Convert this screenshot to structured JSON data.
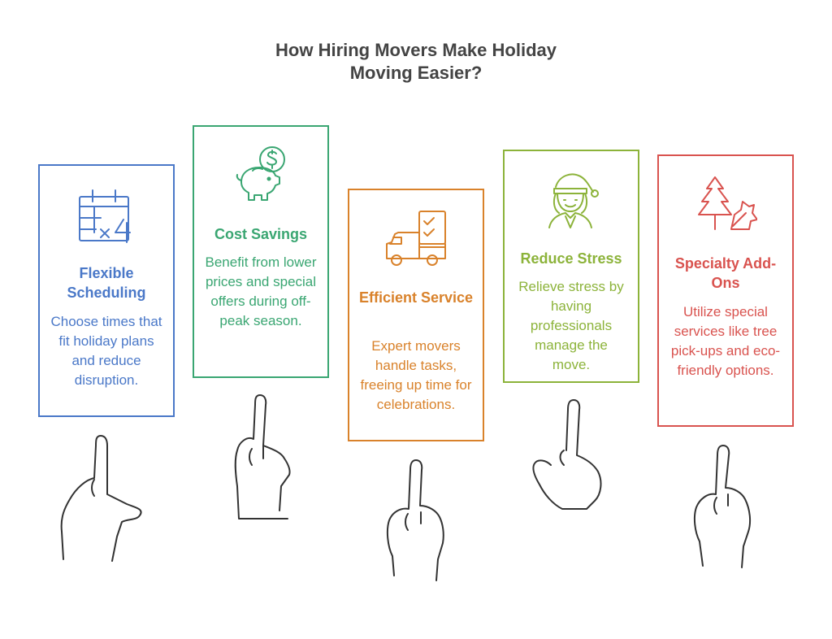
{
  "title": {
    "line1": "How Hiring Movers Make Holiday",
    "line2": "Moving Easier?"
  },
  "cards": [
    {
      "heading": "Flexible Scheduling",
      "description": "Choose times that fit holiday plans and reduce disruption.",
      "icon": "calendar-icon",
      "color": "#4a78c8"
    },
    {
      "heading": "Cost Savings",
      "description": "Benefit from lower prices and special offers during off-peak season.",
      "icon": "piggy-bank-icon",
      "color": "#3aa672"
    },
    {
      "heading": "Efficient Service",
      "description": "Expert movers handle tasks, freeing up time for celebrations.",
      "icon": "truck-checklist-icon",
      "color": "#d9822b"
    },
    {
      "heading": "Reduce Stress",
      "description": "Relieve stress by having professionals manage the move.",
      "icon": "santa-hat-person-icon",
      "color": "#8cb33a"
    },
    {
      "heading": "Specialty Add-Ons",
      "description": "Utilize special services like tree pick-ups and eco-friendly options.",
      "icon": "tree-and-leaf-icon",
      "color": "#d9534f"
    }
  ]
}
